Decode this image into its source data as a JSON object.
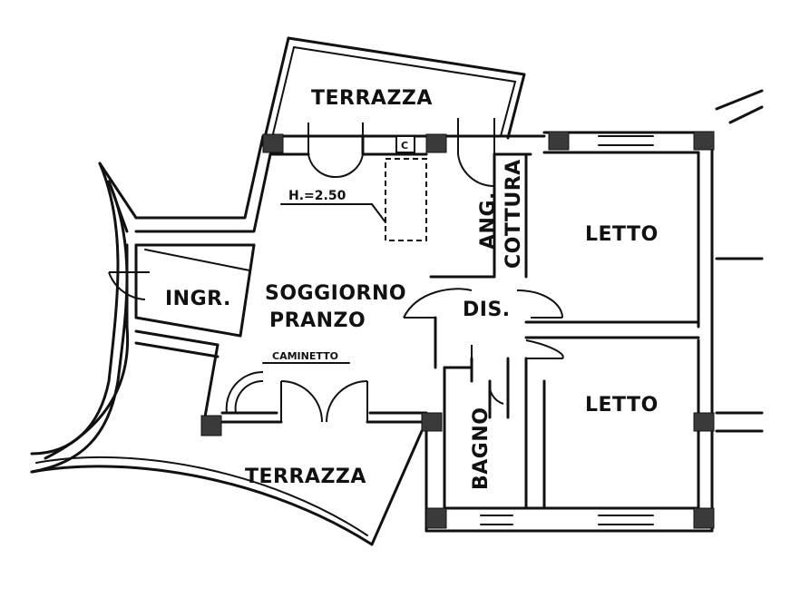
{
  "rooms": {
    "terrazza_top": "TERRAZZA",
    "terrazza_bottom": "TERRAZZA",
    "height_note": "H.=2.50",
    "box_c": "C",
    "ang": "ANG.",
    "cottura": "COTTURA",
    "letto_top": "LETTO",
    "letto_bottom": "LETTO",
    "ingr": "INGR.",
    "soggiorno": "SOGGIORNO",
    "pranzo": "PRANZO",
    "dis": "DIS.",
    "caminetto": "CAMINETTO",
    "bagno": "BAGNO"
  }
}
